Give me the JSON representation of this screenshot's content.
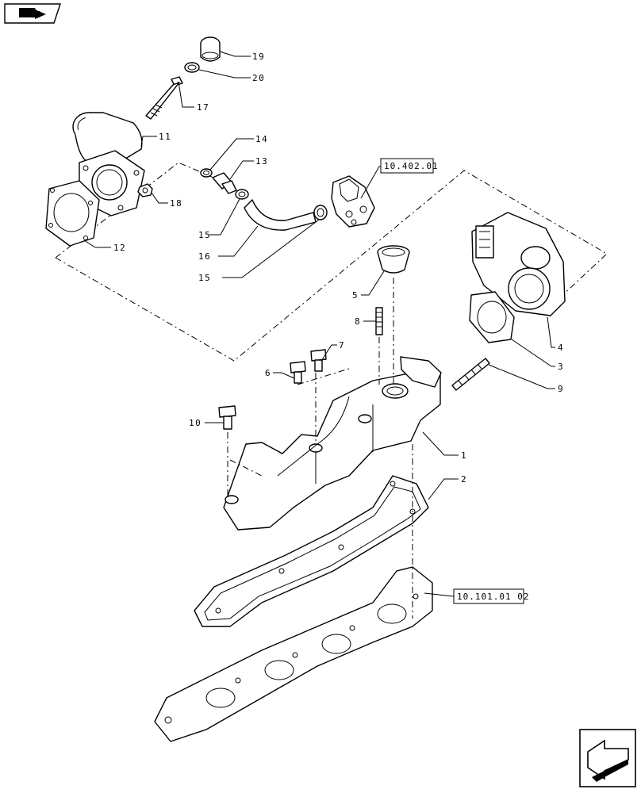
{
  "diagram": {
    "callouts": {
      "c1": "1",
      "c2": "2",
      "c3": "3",
      "c4": "4",
      "c5": "5",
      "c6": "6",
      "c7": "7",
      "c8": "8",
      "c9": "9",
      "c10": "10",
      "c11": "11",
      "c12": "12",
      "c13": "13",
      "c14": "14",
      "c15a": "15",
      "c15b": "15",
      "c16": "16",
      "c17": "17",
      "c18": "18",
      "c19": "19",
      "c20": "20"
    },
    "references": {
      "ref_top": "10.402.01",
      "ref_bottom": "10.101.01 02"
    },
    "icons": {
      "top_left": "book-arrow-icon",
      "bottom_right": "next-page-arrow-icon"
    }
  }
}
